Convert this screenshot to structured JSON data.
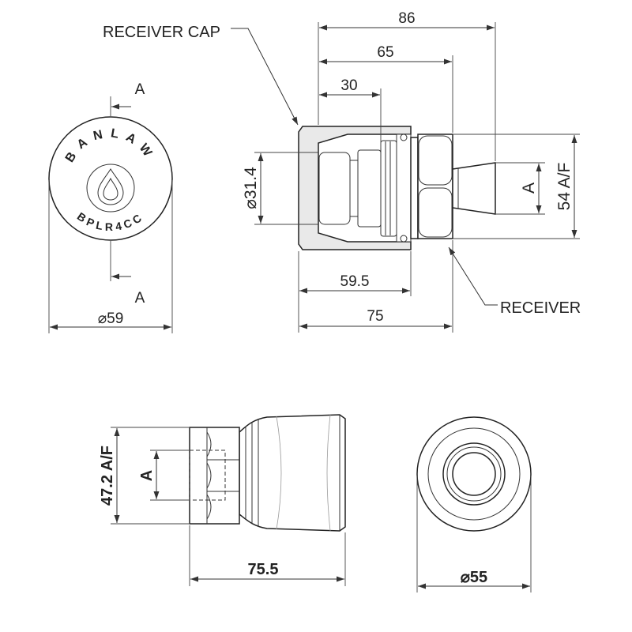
{
  "callouts": {
    "receiver_cap": "RECEIVER CAP",
    "receiver": "RECEIVER"
  },
  "cap_end_view": {
    "brand": "BANLAW",
    "model_code": "BPLR4CC",
    "section_mark_top": "A",
    "section_mark_bottom": "A",
    "outer_diameter": "⌀59"
  },
  "assembly_side_view": {
    "overall_length": "86",
    "length_65": "65",
    "length_30": "30",
    "bore_diameter": "⌀31.4",
    "thread_size": "A",
    "hex_size": "54 A/F",
    "cap_length": "59.5",
    "length_75": "75"
  },
  "receiver_side_view": {
    "hex_size": "47.2 A/F",
    "thread_size": "A",
    "overall_length": "75.5"
  },
  "receiver_end_view": {
    "outer_diameter": "⌀55"
  }
}
